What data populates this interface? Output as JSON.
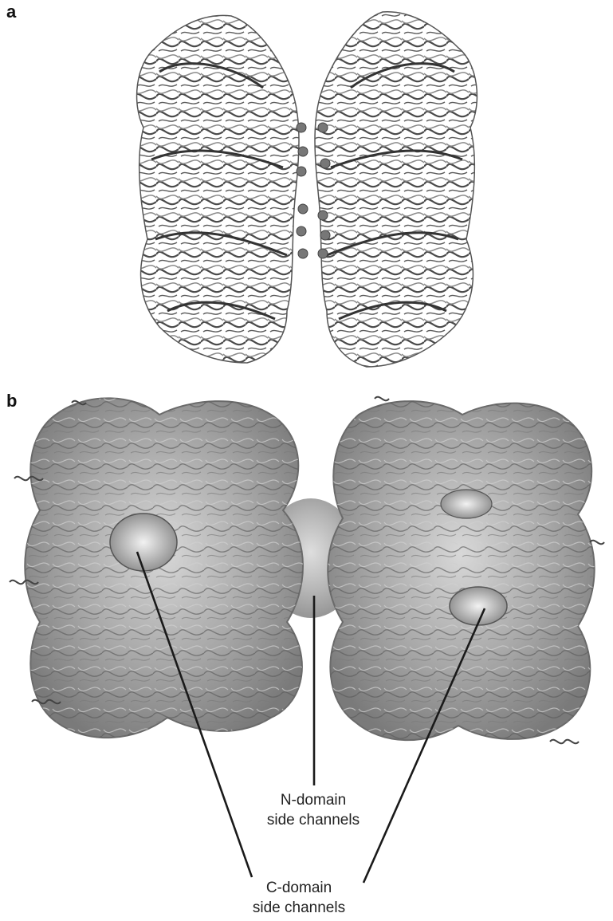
{
  "figure": {
    "panel_a_label": "a",
    "panel_b_label": "b",
    "n_domain_caption": "N-domain\nside channels",
    "n_domain_line1": "N-domain",
    "n_domain_line2": "side channels",
    "c_domain_line1": "C-domain",
    "c_domain_line2": "side channels"
  },
  "colors": {
    "ribbon_dark": "#3a3a3a",
    "ribbon_mid": "#6e6e6e",
    "ribbon_light": "#b0b0b0",
    "surface": "#9a9a9a",
    "leader_line": "#1a1a1a"
  }
}
